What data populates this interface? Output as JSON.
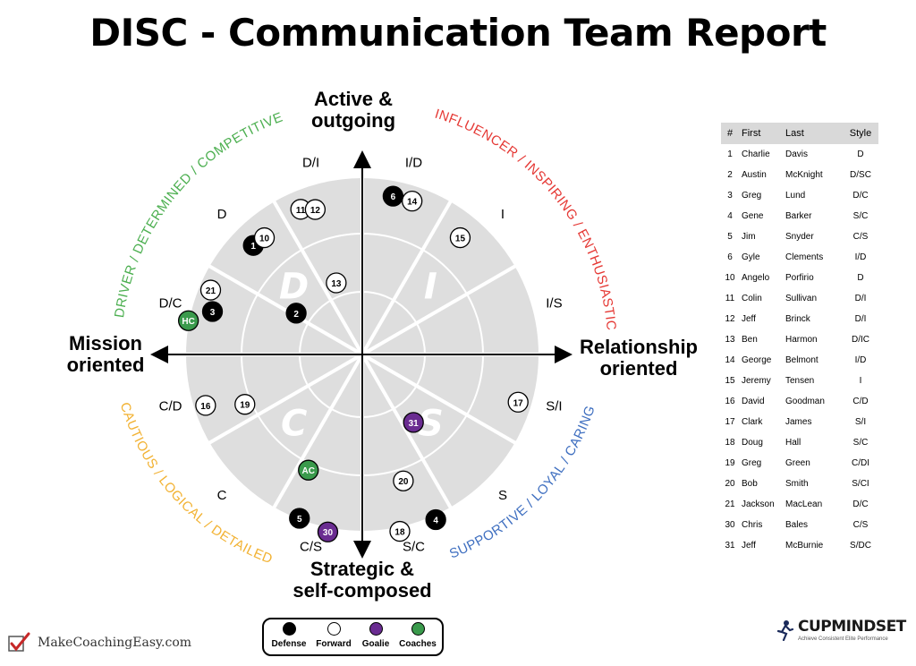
{
  "title": "DISC - Communication Team Report",
  "colors": {
    "driver": "#4caf50",
    "influencer": "#e53935",
    "supportive": "#3f6fc0",
    "cautious": "#f2b233",
    "wheel": "#dedede",
    "defense": "#000000",
    "forward": "#ffffff",
    "goalie": "#6a2c91",
    "coaches": "#3a9a4c"
  },
  "chart_data": {
    "type": "scatter",
    "axes": {
      "top": [
        "Active &",
        "outgoing"
      ],
      "bottom": [
        "Strategic &",
        "self-composed"
      ],
      "left": [
        "Mission",
        "oriented"
      ],
      "right": [
        "Relationship",
        "oriented"
      ]
    },
    "quadrants": [
      "D",
      "I",
      "S",
      "C"
    ],
    "arc_labels": {
      "driver": "DRIVER / DETERMINED / COMPETITIVE",
      "influencer": "INFLUENCER / INSPIRING / ENTHUSIASTIC",
      "supportive": "SUPPORTIVE / LOYAL / CARING",
      "cautious": "CAUTIOUS / LOGICAL / DETAILED"
    },
    "style_labels": [
      "D/I",
      "I/D",
      "I",
      "I/S",
      "S/I",
      "S",
      "S/C",
      "C/S",
      "C",
      "C/D",
      "D/C",
      "D"
    ],
    "points": [
      {
        "label": "1",
        "type": "defense",
        "angle": 135,
        "radius": 0.87
      },
      {
        "label": "10",
        "type": "forward",
        "angle": 130,
        "radius": 0.86
      },
      {
        "label": "11",
        "type": "forward",
        "angle": 113,
        "radius": 0.89
      },
      {
        "label": "12",
        "type": "forward",
        "angle": 108,
        "radius": 0.86
      },
      {
        "label": "6",
        "type": "defense",
        "angle": 79,
        "radius": 0.91
      },
      {
        "label": "14",
        "type": "forward",
        "angle": 72,
        "radius": 0.91
      },
      {
        "label": "15",
        "type": "forward",
        "angle": 50,
        "radius": 0.86
      },
      {
        "label": "13",
        "type": "forward",
        "angle": 110,
        "radius": 0.43
      },
      {
        "label": "2",
        "type": "defense",
        "angle": 148,
        "radius": 0.44
      },
      {
        "label": "21",
        "type": "forward",
        "angle": 157,
        "radius": 0.93
      },
      {
        "label": "3",
        "type": "defense",
        "angle": 164,
        "radius": 0.88
      },
      {
        "label": "HC",
        "type": "coaches",
        "angle": 169,
        "radius": 1.0
      },
      {
        "label": "16",
        "type": "forward",
        "angle": 198,
        "radius": 0.93
      },
      {
        "label": "19",
        "type": "forward",
        "angle": 203,
        "radius": 0.72
      },
      {
        "label": "17",
        "type": "forward",
        "angle": 343,
        "radius": 0.92
      },
      {
        "label": "31",
        "type": "goalie",
        "angle": 307,
        "radius": 0.48
      },
      {
        "label": "AC",
        "type": "coaches",
        "angle": 245,
        "radius": 0.72
      },
      {
        "label": "20",
        "type": "forward",
        "angle": 288,
        "radius": 0.75
      },
      {
        "label": "5",
        "type": "defense",
        "angle": 249,
        "radius": 0.99
      },
      {
        "label": "30",
        "type": "goalie",
        "angle": 259,
        "radius": 1.02
      },
      {
        "label": "18",
        "type": "forward",
        "angle": 282,
        "radius": 1.02
      },
      {
        "label": "4",
        "type": "defense",
        "angle": 294,
        "radius": 1.02
      }
    ]
  },
  "roster": {
    "headers": [
      "#",
      "First",
      "Last",
      "Style"
    ],
    "rows": [
      [
        "1",
        "Charlie",
        "Davis",
        "D"
      ],
      [
        "2",
        "Austin",
        "McKnight",
        "D/SC"
      ],
      [
        "3",
        "Greg",
        "Lund",
        "D/C"
      ],
      [
        "4",
        "Gene",
        "Barker",
        "S/C"
      ],
      [
        "5",
        "Jim",
        "Snyder",
        "C/S"
      ],
      [
        "6",
        "Gyle",
        "Clements",
        "I/D"
      ],
      [
        "10",
        "Angelo",
        "Porfirio",
        "D"
      ],
      [
        "11",
        "Colin",
        "Sullivan",
        "D/I"
      ],
      [
        "12",
        "Jeff",
        "Brinck",
        "D/I"
      ],
      [
        "13",
        "Ben",
        "Harmon",
        "D/IC"
      ],
      [
        "14",
        "George",
        "Belmont",
        "I/D"
      ],
      [
        "15",
        "Jeremy",
        "Tensen",
        "I"
      ],
      [
        "16",
        "David",
        "Goodman",
        "C/D"
      ],
      [
        "17",
        "Clark",
        "James",
        "S/I"
      ],
      [
        "18",
        "Doug",
        "Hall",
        "S/C"
      ],
      [
        "19",
        "Greg",
        "Green",
        "C/DI"
      ],
      [
        "20",
        "Bob",
        "Smith",
        "S/CI"
      ],
      [
        "21",
        "Jackson",
        "MacLean",
        "D/C"
      ],
      [
        "30",
        "Chris",
        "Bales",
        "C/S"
      ],
      [
        "31",
        "Jeff",
        "McBurnie",
        "S/DC"
      ]
    ]
  },
  "legend": [
    {
      "label": "Defense",
      "type": "defense"
    },
    {
      "label": "Forward",
      "type": "forward"
    },
    {
      "label": "Goalie",
      "type": "goalie"
    },
    {
      "label": "Coaches",
      "type": "coaches"
    }
  ],
  "brand_left": "MakeCoachingEasy.com",
  "brand_right": {
    "name": "CUPMINDSET",
    "tagline": "Achieve Consistent Elite Performance"
  }
}
